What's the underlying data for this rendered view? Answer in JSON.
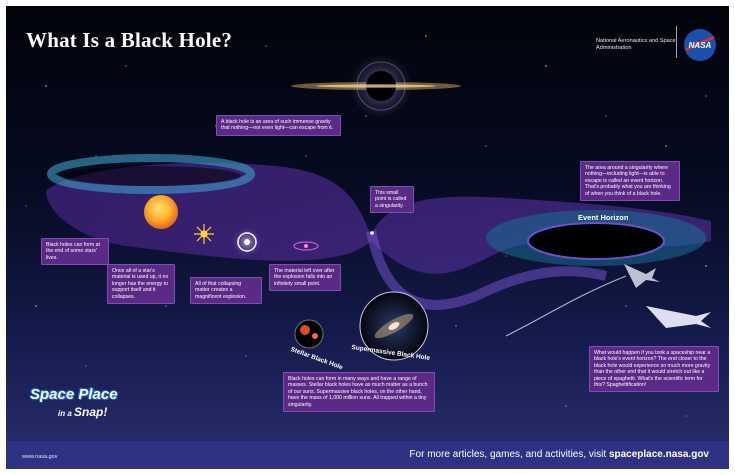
{
  "header": {
    "title": "What Is a Black Hole?",
    "agency": "National Aeronautics and Space Administration",
    "logo_text": "NASA"
  },
  "callouts": {
    "intro": "A black hole is an area of such immense gravity that nothing—not even light—can escape from it.",
    "star_end": "Black holes can form at the end of some stars' lives.",
    "fuel": "Once all of a star's material is used up, it no longer has the energy to support itself and it collapses.",
    "explosion": "All of that collapsing matter creates a magnificent explosion.",
    "leftover": "The material left over after the explosion falls into an infinitely small point.",
    "singularity": "This small point is called a singularity.",
    "event_horizon": "The area around a singularity where nothing—including light—is able to escape is called an event horizon. That's probably what you are thinking of when you think of a black hole.",
    "types": "Black holes can form in many ways and have a range of masses. Stellar black holes have as much matter as a bunch of our suns. Supermassive black holes, on the other hand, have the mass of 1,000 million suns. All trapped within a tiny singularity.",
    "spaceship": "What would happen if you took a spaceship near a black hole's event horizon? The end closer to the black hole would experience so much more gravity than the other end that it would stretch out like a piece of spaghetti. What's the scientific term for this? Spaghettification!"
  },
  "labels": {
    "event_horizon": "Event Horizon",
    "stellar": "Stellar Black Hole",
    "supermassive": "Supermassive Black Hole"
  },
  "brand": {
    "line1": "Space Place",
    "line2_prefix": "in a ",
    "line2_word": "Snap!"
  },
  "footer": {
    "url_left": "www.nasa.gov",
    "text": "For more articles, games, and activities, visit ",
    "url": "spaceplace.nasa.gov"
  },
  "colors": {
    "callout_bg": "#5b2a86",
    "footer_bg": "#2d3283",
    "accent_blue": "#1a62d6"
  }
}
